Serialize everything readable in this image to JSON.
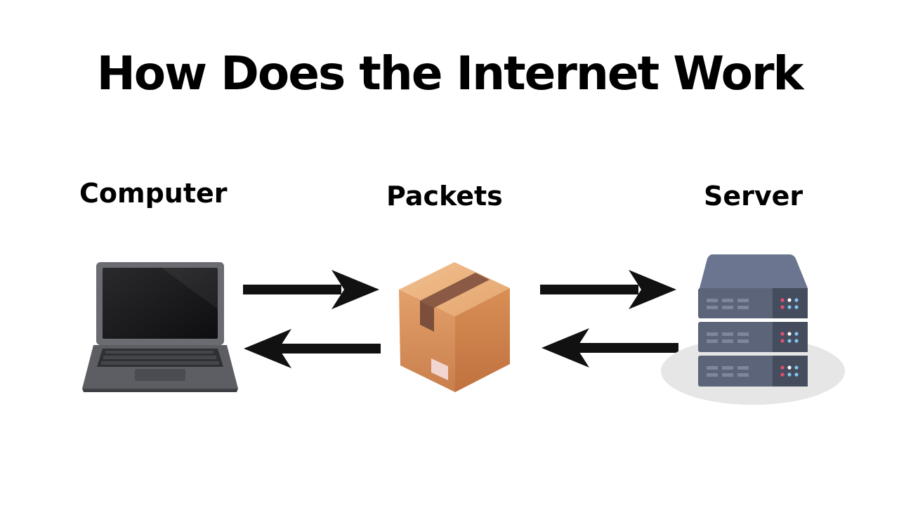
{
  "title": "How Does the Internet Work",
  "nodes": {
    "computer": {
      "label": "Computer",
      "icon": "laptop-icon"
    },
    "packets": {
      "label": "Packets",
      "icon": "package-box-icon"
    },
    "server": {
      "label": "Server",
      "icon": "server-rack-icon"
    }
  },
  "colors": {
    "text": "#000000",
    "arrow": "#111111",
    "laptop_body": "#5f6166",
    "box": "#d9925a",
    "tape": "#8a5a44",
    "server": "#5b6478",
    "server_top": "#6b7590",
    "led_red": "#e0506a",
    "led_blue": "#7fc6ee"
  }
}
